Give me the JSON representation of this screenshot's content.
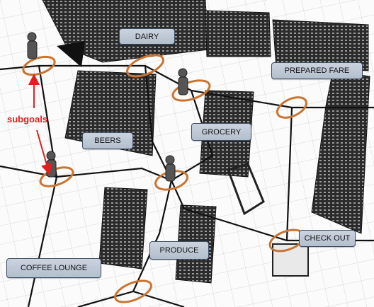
{
  "labels": {
    "dairy": "DAIRY",
    "prepared_fare": "PREPARED FARE",
    "grocery": "GROCERY",
    "beers": "BEERS",
    "produce": "PRODUCE",
    "check_out": "CHECK OUT",
    "coffee_lounge": "COFFEE LOUNGE"
  },
  "annotation": "subgoals",
  "colors": {
    "subgoal_ring": "#c87533",
    "annotation": "#e02020",
    "path": "#111111",
    "label_border": "#3d4f66",
    "shelf": "#2a2a2a"
  }
}
